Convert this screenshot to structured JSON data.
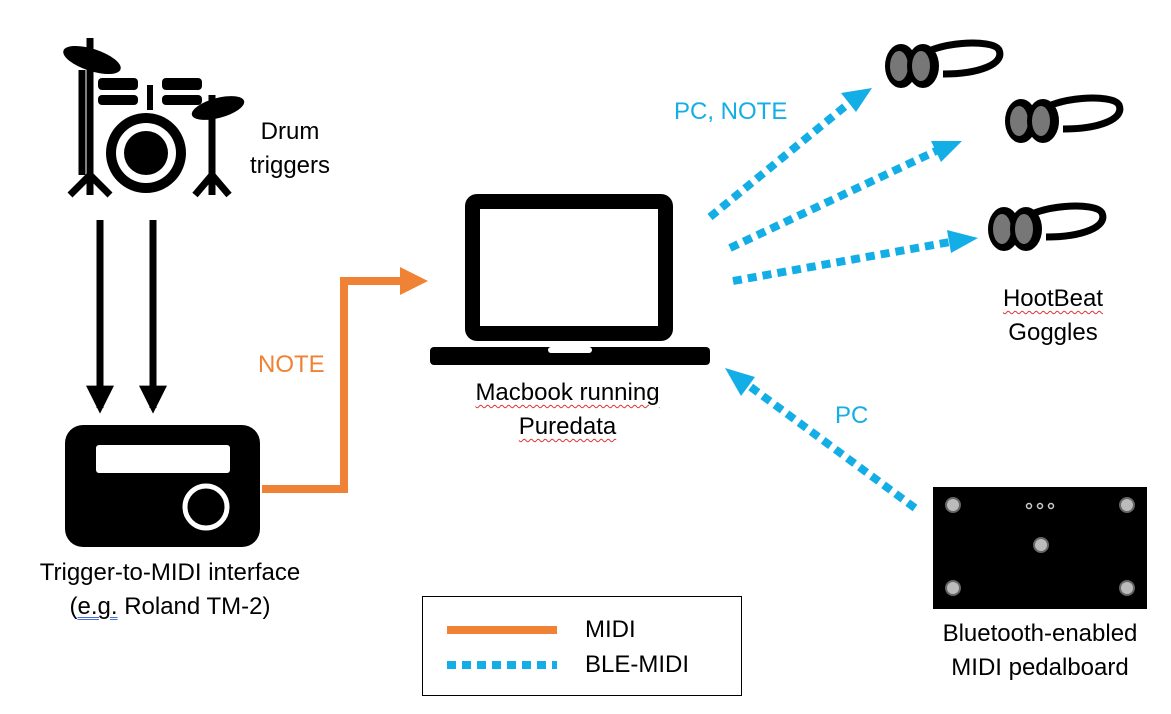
{
  "nodes": {
    "drums": {
      "line1": "Drum",
      "line2": "triggers"
    },
    "interface": {
      "line1": "Trigger-to-MIDI interface",
      "line2_prefix": "(",
      "line2_underlined": "e.g.",
      "line2_suffix": " Roland TM-2)"
    },
    "laptop": {
      "line1": "Macbook running",
      "line2": "Puredata"
    },
    "goggles": {
      "line1": "HootBeat",
      "line2": "Goggles"
    },
    "pedalboard": {
      "line1": "Bluetooth-enabled",
      "line2": "MIDI pedalboard"
    }
  },
  "edges": {
    "interface_to_laptop": "NOTE",
    "laptop_to_goggles": "PC, NOTE",
    "pedalboard_to_laptop": "PC"
  },
  "legend": {
    "midi": "MIDI",
    "ble_midi": "BLE-MIDI"
  },
  "colors": {
    "midi": "#ef8234",
    "ble_midi": "#14aee6",
    "icon": "#000000"
  },
  "icons": [
    "drum-kit-icon",
    "midi-interface-icon",
    "laptop-icon",
    "goggles-icon",
    "pedalboard-icon"
  ]
}
